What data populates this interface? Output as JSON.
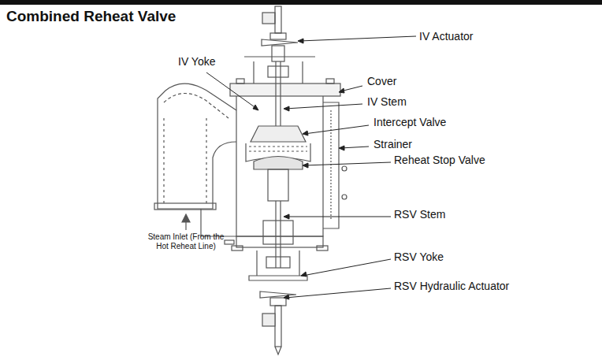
{
  "diagram": {
    "title": "Combined Reheat Valve",
    "labels": [
      "IV Actuator",
      "IV Yoke",
      "Cover",
      "IV Stem",
      "Intercept Valve",
      "Strainer",
      "Reheat Stop Valve",
      "RSV Stem",
      "RSV Yoke",
      "RSV Hydraulic Actuator",
      "Steam Inlet (From the Hot Reheat Line)"
    ]
  }
}
